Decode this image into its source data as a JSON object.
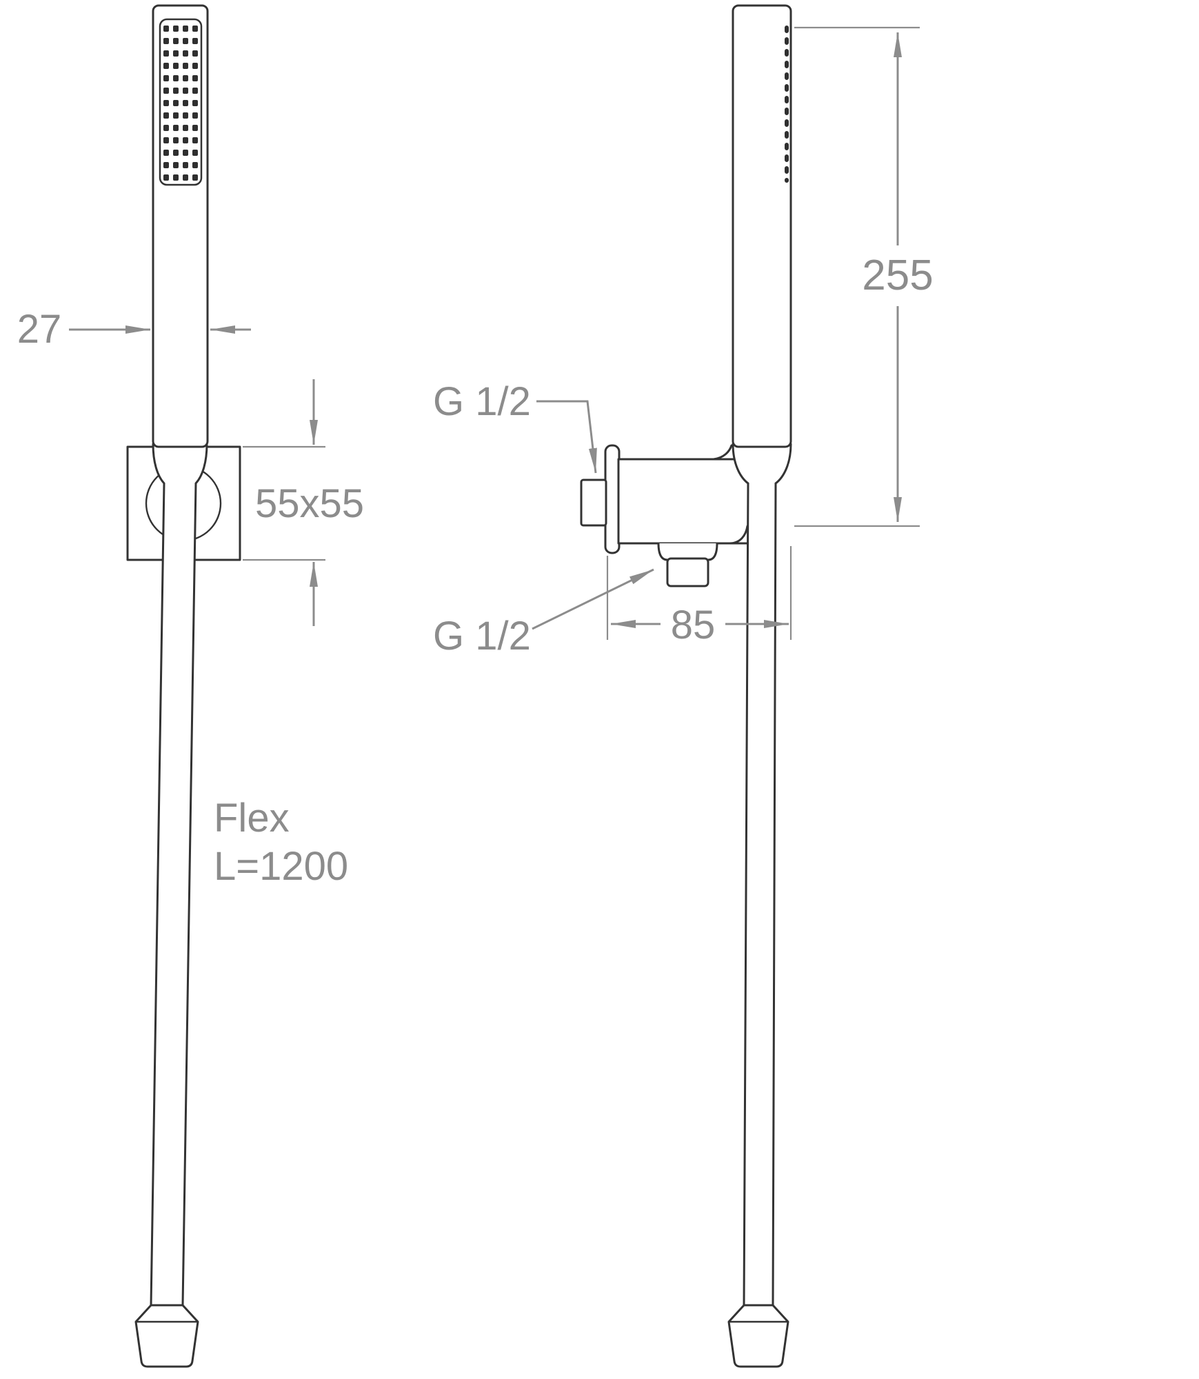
{
  "labels": {
    "handle_width": "27",
    "bracket_size": "55x55",
    "flex_line1": "Flex",
    "flex_line2": "L=1200",
    "inlet_thread": "G 1/2",
    "outlet_thread": "G 1/2",
    "depth": "85",
    "height": "255"
  },
  "colors": {
    "outline": "#333333",
    "dimension": "#8c8c8c",
    "background": "#ffffff"
  }
}
